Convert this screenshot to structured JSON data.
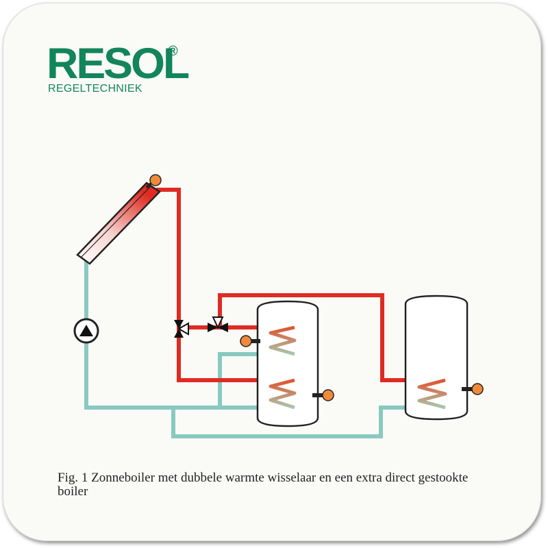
{
  "brand": {
    "name": "RESOL",
    "registered_mark": "®",
    "subtitle": "REGELTECHNIEK",
    "color": "#12855a"
  },
  "caption": "Fig. 1 Zonneboiler met dubbele warmte wisselaar en een extra direct gestookte boiler",
  "colors": {
    "hot_pipe": "#e02b22",
    "cold_pipe": "#88c9c0",
    "sensor": "#f08a3a",
    "outline": "#222222",
    "coil_hot": "#d9683e",
    "coil_cold": "#a8c8b0"
  },
  "components": [
    {
      "id": "collector",
      "icon": "solar-collector"
    },
    {
      "id": "pump",
      "icon": "pump-symbol"
    },
    {
      "id": "valve-1",
      "icon": "three-way-valve"
    },
    {
      "id": "valve-2",
      "icon": "three-way-valve"
    },
    {
      "id": "tank-1",
      "icon": "storage-tank-dual-coil"
    },
    {
      "id": "tank-2",
      "icon": "storage-tank-single-coil"
    }
  ]
}
